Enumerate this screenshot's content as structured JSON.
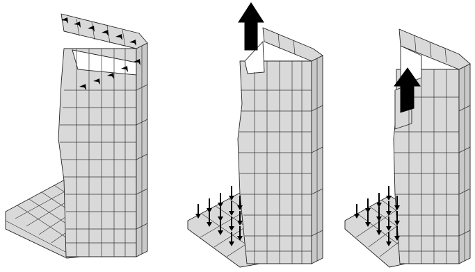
{
  "figure": {
    "panels": [
      {
        "id": "panel-1",
        "load_case": "horizontal-shear-arrows",
        "arrow_rows": [
          6,
          5
        ],
        "base_slab": true
      },
      {
        "id": "panel-2",
        "load_case": "upward-pull-with-base-pressure",
        "big_arrow_direction": "up",
        "base_arrow_grid": [
          4,
          4
        ]
      },
      {
        "id": "panel-3",
        "load_case": "upward-pull-with-base-pressure",
        "big_arrow_direction": "up",
        "base_arrow_grid": [
          4,
          4
        ]
      }
    ],
    "colors": {
      "mesh_fill": "#d9d9d9",
      "mesh_line": "#222222",
      "arrow": "#000000",
      "background": "#ffffff"
    }
  }
}
